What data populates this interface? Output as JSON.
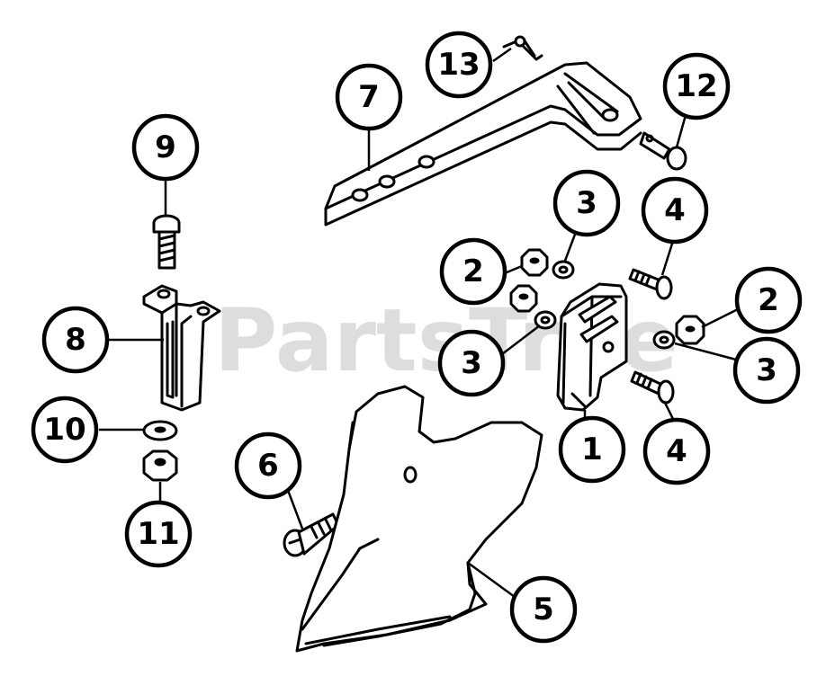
{
  "watermark": "PartsTree",
  "callouts": [
    {
      "id": "c1",
      "label": "1"
    },
    {
      "id": "c2a",
      "label": "2"
    },
    {
      "id": "c2b",
      "label": "2"
    },
    {
      "id": "c3a",
      "label": "3"
    },
    {
      "id": "c3b",
      "label": "3"
    },
    {
      "id": "c3c",
      "label": "3"
    },
    {
      "id": "c4a",
      "label": "4"
    },
    {
      "id": "c4b",
      "label": "4"
    },
    {
      "id": "c5",
      "label": "5"
    },
    {
      "id": "c6",
      "label": "6"
    },
    {
      "id": "c7",
      "label": "7"
    },
    {
      "id": "c8",
      "label": "8"
    },
    {
      "id": "c9",
      "label": "9"
    },
    {
      "id": "c10",
      "label": "10"
    },
    {
      "id": "c11",
      "label": "11"
    },
    {
      "id": "c12",
      "label": "12"
    },
    {
      "id": "c13",
      "label": "13"
    }
  ]
}
